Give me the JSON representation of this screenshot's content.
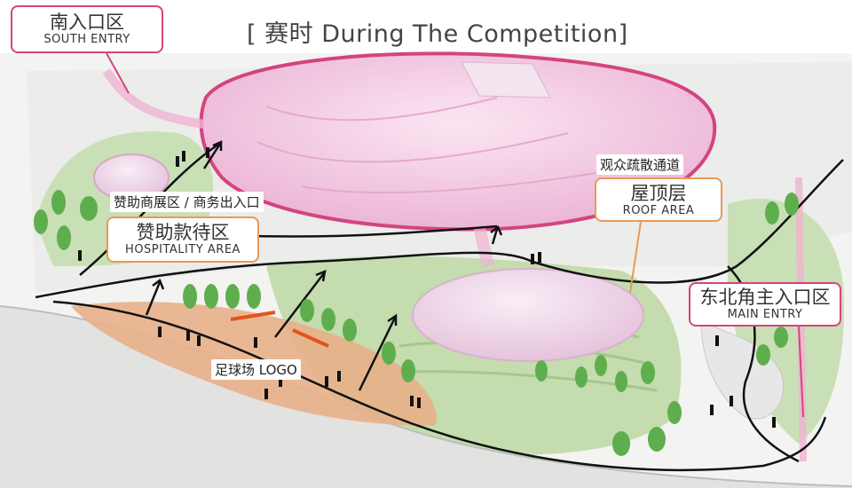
{
  "title": "[ 赛时 During The Competition]",
  "callouts": {
    "south": {
      "cn": "南入口区",
      "en": "SOUTH ENTRY"
    },
    "hospitality": {
      "cn": "赞助款待区",
      "en": "HOSPITALITY AREA"
    },
    "roof": {
      "cn": "屋顶层",
      "en": "ROOF AREA"
    },
    "main": {
      "cn": "东北角主入口区",
      "en": "MAIN ENTRY"
    }
  },
  "tags": {
    "sponsor": "赞助商展区 / 商务出入口",
    "evac": "观众疏散通道",
    "logo": "足球场 LOGO"
  },
  "colors": {
    "stadium": "#f2c6e0",
    "accent": "#d4447f",
    "plaza": "#e8b08a",
    "grass": "#a9cf8e",
    "tree": "#5fae4e",
    "path": "#111111"
  }
}
